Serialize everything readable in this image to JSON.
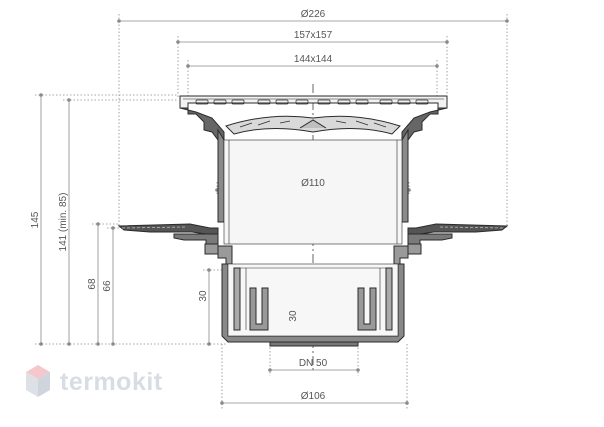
{
  "dimensions": {
    "d226": "Ø226",
    "s157": "157x157",
    "s144": "144x144",
    "d110": "Ø110",
    "h145": "145",
    "h141": "141 (min. 85)",
    "h68": "68",
    "h66": "66",
    "h30a": "30",
    "h30b": "30",
    "dn50": "DN 50",
    "d106": "Ø106"
  },
  "brand": {
    "name": "termokit"
  },
  "colors": {
    "outline": "#2b2b2b",
    "dimension": "#888888",
    "logo_light": "#dde1e6",
    "logo_accent": "#f3c7cc"
  }
}
